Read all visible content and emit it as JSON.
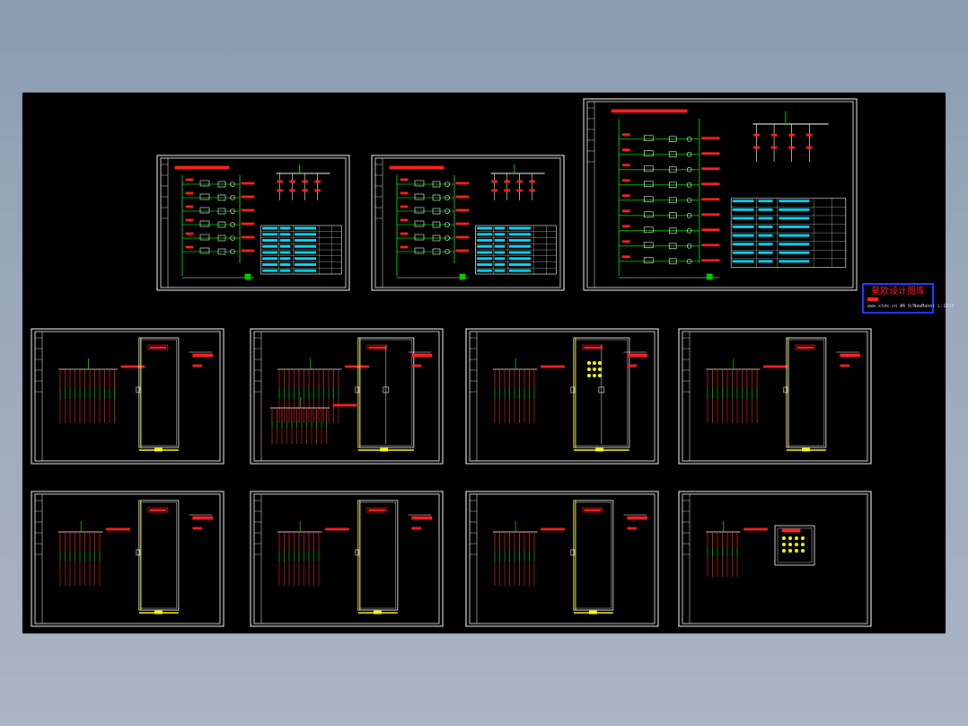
{
  "viewer": {
    "background": "#000000",
    "colors": {
      "frame": "#ffffff",
      "wire": "#00cc00",
      "text_red": "#ff2020",
      "table": "#00e0ff",
      "yellow": "#ffff00",
      "stamp_border": "#1f3bff"
    }
  },
  "stamp": {
    "title": "星欧设计图库",
    "subtitle": "www.xtdx.cn",
    "note": "#A 0/NewMaker L:1038"
  },
  "sheets": [
    {
      "id": "schematic-1",
      "kind": "schematic"
    },
    {
      "id": "schematic-2",
      "kind": "schematic"
    },
    {
      "id": "schematic-3",
      "kind": "schematic-large"
    },
    {
      "id": "cabinet-1",
      "kind": "cabinet"
    },
    {
      "id": "cabinet-2",
      "kind": "cabinet-double"
    },
    {
      "id": "cabinet-3",
      "kind": "cabinet-double"
    },
    {
      "id": "cabinet-4",
      "kind": "cabinet"
    },
    {
      "id": "cabinet-5",
      "kind": "cabinet"
    },
    {
      "id": "cabinet-6",
      "kind": "cabinet"
    },
    {
      "id": "cabinet-7",
      "kind": "cabinet"
    },
    {
      "id": "panel-8",
      "kind": "panel"
    }
  ]
}
